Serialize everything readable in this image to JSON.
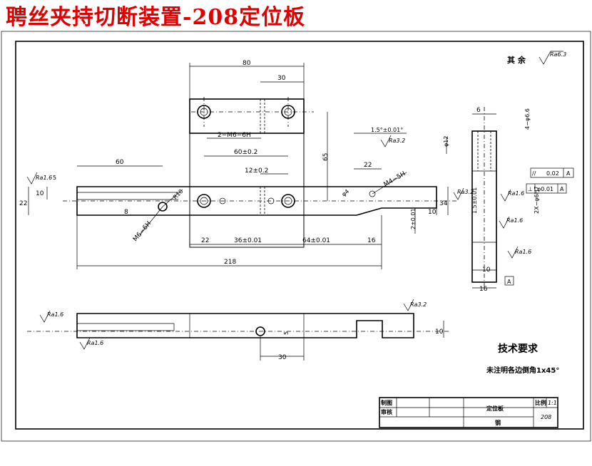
{
  "title": "聘丝夹持切断装置-208定位板",
  "surface_note": {
    "label": "其 余",
    "ra": "Ra6.3"
  },
  "roughness": {
    "ra16": "Ra1.6",
    "ra32": "Ra3.2",
    "ra16b": "Ra1.6"
  },
  "dims": {
    "d80": "80",
    "d30_top": "30",
    "thread_2m6": "2−M6−6H",
    "d60_02": "60±0.2",
    "d12_02": "12±0.2",
    "d65": "65",
    "d60": "60",
    "d10_left": "10",
    "d5_left": "5",
    "d22_left": "22",
    "d8": "8",
    "m6": "M6−6H",
    "r10": "R10",
    "d22_bottom": "22",
    "d36": "36±0.01",
    "d64": "64±0.01",
    "d16_bottom": "16",
    "d218": "218",
    "d15_angle": "1.5°±0.01°",
    "d22_right": "22",
    "m4": "M4−5H",
    "phi4": "φ4",
    "d2_001": "2±0.01",
    "d10_right": "10",
    "d34": "34",
    "d6": "6",
    "d4_phi66": "4−φ6.6",
    "phi12": "φ12",
    "d15_001": "1.5±0.01",
    "d2x_phi6h7": "2X−φ6H7",
    "d10_side": "10",
    "d16_side": "16",
    "d30_lower": "30",
    "d5_lower": "5",
    "d10_lower": "10"
  },
  "gdt": {
    "parallel": {
      "symbol": "//",
      "tol": "0.02",
      "datum": "A"
    },
    "perpendicular": {
      "symbol": "⊥",
      "tol": "φ0.01",
      "datum": "A"
    },
    "datum": "A"
  },
  "tech": {
    "heading": "技术要求",
    "note": "未注明各边倒角1x45°"
  },
  "titleblock": {
    "drawn": "制图",
    "checked": "审核",
    "name": "定位板",
    "scale_label": "比例",
    "scale": "1:1",
    "drawing_no": "208",
    "material": "钢"
  }
}
